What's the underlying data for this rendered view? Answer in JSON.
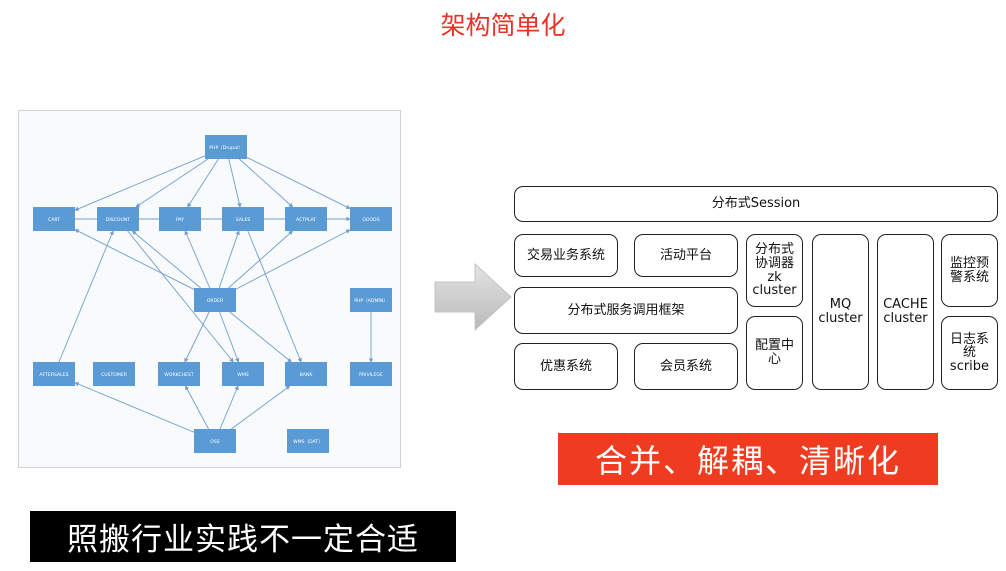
{
  "title": "架构简单化",
  "old_architecture": {
    "nodes": {
      "php": "PHP（Drupal）",
      "cart": "CART",
      "discount": "DISCOUNT",
      "pay": "PAY",
      "sales": "SALES",
      "actplat": "ACTPLAT",
      "goods": "GOODS",
      "order": "ORDER",
      "php_admin": "PHP（ADMIN）",
      "aftersales": "AFTERSALES",
      "customer": "CUSTOMER",
      "workchest": "WORKCHEST",
      "wms": "WMS",
      "bank": "BANK",
      "privilege": "PRIVILEGE",
      "oss": "OSS",
      "wms_dat": "WMS（DAT）"
    }
  },
  "new_architecture": {
    "session": "分布式Session",
    "trade": "交易业务系统",
    "activity": "活动平台",
    "rpc_framework": "分布式服务调用框架",
    "coupon": "优惠系统",
    "member": "会员系统",
    "zk_line1": "分布式",
    "zk_line2": "协调器",
    "zk_line3": "zk",
    "zk_line4": "cluster",
    "config_line1": "配置中",
    "config_line2": "心",
    "mq_line1": "MQ",
    "mq_line2": "cluster",
    "cache_line1": "CACHE",
    "cache_line2": "cluster",
    "monitor_line1": "监控预",
    "monitor_line2": "警系统",
    "log_line1": "日志系",
    "log_line2": "统",
    "log_line3": "scribe"
  },
  "slogan_red": "合并、解耦、清晰化",
  "slogan_black": "照搬行业实践不一定合适",
  "colors": {
    "title": "#e8352a",
    "node_fill": "#5b9bd5",
    "edge": "#6f9fce",
    "banner_red": "#ef3b1f",
    "banner_black": "#000000",
    "arrow_fill": "#cfcfcf"
  }
}
